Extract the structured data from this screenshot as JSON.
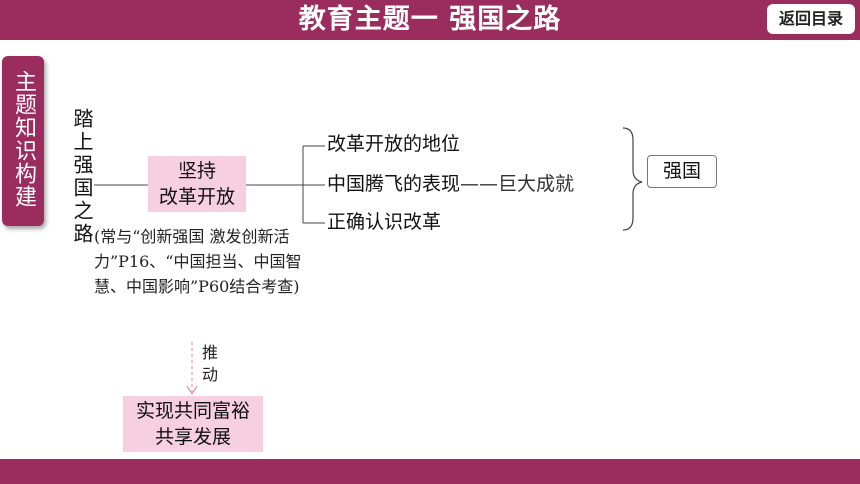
{
  "header": {
    "title": "教育主题一 强国之路",
    "back_label": "返回目录"
  },
  "sidebar": {
    "tab_label": "主题知识构建"
  },
  "mindmap": {
    "root": "踏上强国之路",
    "center": [
      "坚持",
      "改革开放"
    ],
    "branches": [
      "改革开放的地位",
      "中国腾飞的表现",
      "正确认识改革"
    ],
    "branch_sub": "——巨大成就",
    "result": "强国",
    "note": "(常与“创新强国 激发创新活力”P16、“中国担当、中国智慧、中国影响”P60结合考查)",
    "push_label": "推动",
    "bottom": [
      "实现共同富裕",
      "共享发展"
    ]
  },
  "colors": {
    "brand": "#9b2d5e",
    "box_fill": "#f6cfe0"
  }
}
